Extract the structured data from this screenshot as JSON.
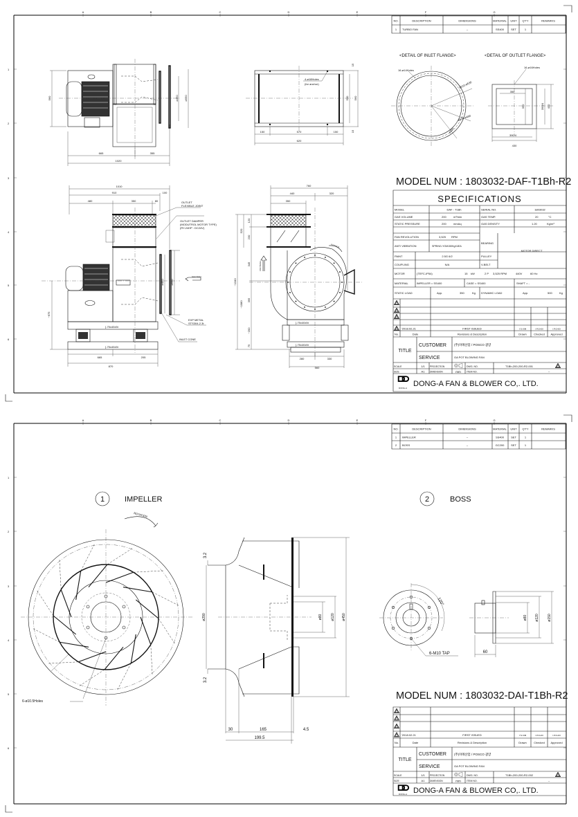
{
  "grid": {
    "cols": [
      "A",
      "B",
      "C",
      "D",
      "E",
      "F",
      "G"
    ],
    "rows": [
      "1",
      "2",
      "3",
      "4",
      "5",
      "6"
    ]
  },
  "sheet1": {
    "bom": {
      "headers": [
        "NO.",
        "DESCRIPTION",
        "DIMENSIONS",
        "MATERIAL",
        "UNIT",
        "Q'TY",
        "REMARKS"
      ],
      "rows": [
        [
          "1",
          "TURBO FAN",
          "–",
          "SS400",
          "SET",
          "1",
          ""
        ]
      ]
    },
    "details": {
      "inlet_title": "<DETAIL OF INLET FLANGE>",
      "outlet_title": "<DETAIL OF OUTLET FLANGE>",
      "inlet_holes": "16-ø14Holes",
      "inlet_dim1": "ø510-ø530",
      "inlet_dim2": "ø520-ø490",
      "inlet_dim3": "ø450",
      "outlet_holes": "16-ø16Holes",
      "outlet_inner_w": "350",
      "outlet_inner_h": "350",
      "outlet_pitch_h": "390/4",
      "outlet_outer_h": "430",
      "outlet_pitch_w": "390/4",
      "outlet_outer_w": "430"
    },
    "top_view": {
      "h": "560",
      "d1": "ø450",
      "d2": "ø550",
      "w1": "665",
      "w2": "355",
      "w_total": "1020"
    },
    "base_plan": {
      "anchor": "4-ø18Holes",
      "anchor_note": "(for anchor)",
      "w1": "150",
      "w2": "570",
      "w3": "150",
      "w_total": "620",
      "h_inner": "530",
      "h_outer": "560",
      "t_top": "15",
      "t_bot": "15"
    },
    "front_view": {
      "w_total": "1010",
      "w_910": "910",
      "w_100": "100",
      "w_480": "480",
      "w_350": "350",
      "w_80": "80",
      "d1": "ø450",
      "d2": "ø550",
      "h_center": "~675",
      "b1": "665",
      "b2": "205",
      "b_total": "870",
      "channel_top": "[-75x40x5t",
      "channel_bot": "[-75x40x5t",
      "inlet_arrow": "SUCTION",
      "note_joint": [
        "OUTLET",
        "FLEXIBLE JOINT"
      ],
      "note_damper": [
        "OUTLET DAMPER",
        "(MODUTROL MOTOR TYPE)",
        "(RY-24HP : DC24V)"
      ],
      "note_exp": [
        "EXP METAL",
        "STS304-2.3t"
      ],
      "note_cone": "INLET CONE"
    },
    "side_view": {
      "w_total": "760",
      "w1": "440",
      "w2": "320",
      "w_350": "350",
      "h_total": "~1340",
      "h_520": "520",
      "h_120": "120",
      "h_230": "230",
      "h_345": "345",
      "h_395": "395",
      "h_1080": "~1080",
      "h_200": "~200",
      "h_75": "75",
      "b1": "280",
      "b2": "330",
      "b_total": "560",
      "channel_top": "[-75x40x5t",
      "channel_bot": "[-75x40x5t",
      "rotation": "ROTATION",
      "discharge": "DISCHARGE"
    },
    "model_num": "MODEL NUM : 1803032-DAF-T1Bh-R2",
    "spec": {
      "title": "SPECIFICATIONS",
      "model_label": "MODEL",
      "model": "DAF - T1Bh",
      "serial_label": "SERIAL NO.",
      "serial": "1803032",
      "gas_volume_label": "GAS VOLUME",
      "gas_volume": "200",
      "gas_volume_unit": "m³/min",
      "gas_temp_label": "GAS TEMP.",
      "gas_temp": "20",
      "gas_temp_unit": "°C",
      "static_pressure_label": "STATIC PRESSURE",
      "static_pressure": "200",
      "static_pressure_unit": "mmAq",
      "gas_density_label": "GAS DENSITY",
      "gas_density": "1.20",
      "gas_density_unit": "Kg/m³",
      "fan_rev_label": "FAN REVOLUTION",
      "fan_rev": "3,525",
      "fan_rev_unit": "RPM",
      "anti_vib_label": "ANTI VIBRATION",
      "anti_vib": "SPRING-YGM150KgX4EA",
      "bearing_label": "BEARING",
      "drive": "MOTOR DIRECT",
      "paint_label": "PAINT",
      "paint": "2.5G 6/2",
      "pulley_label": "PULLEY",
      "coupling_label": "COUPLING",
      "coupling": "N/A",
      "vbelt_label": "V-BELT",
      "motor_label": "MOTOR",
      "motor_type": "(TEFC-IP54)",
      "motor_kw": "15",
      "motor_kw_unit": "kW",
      "motor_pole": "2 P",
      "motor_rpm": "3,525 RPM",
      "motor_volt": "440V",
      "motor_hz": "60 Hz",
      "material_label": "MATERIAL",
      "impeller": "IMPELLER = SS400",
      "case": "CASE = SS400",
      "shaft": "SHAFT = -",
      "static_load_label": "STATIC LOAD",
      "static_app": "App.",
      "static_load": "350",
      "static_unit": "Kg",
      "dynamic_load_label": "DYNAMIC LOAD",
      "dynamic_app": "App.",
      "dynamic_load": "500",
      "dynamic_unit": "Kg"
    },
    "title_block": {
      "rev_date": "'2018.02.21",
      "rev_desc": "FIRST ISSUED",
      "rev_drawn": "Y.S.KIM",
      "rev_checked": "I.P.CHOI",
      "rev_approved": "I.P.CHOI",
      "h_no": "No.",
      "h_date": "Date",
      "h_desc": "Revisions & Description",
      "h_drawn": "Drawn",
      "h_checked": "Checked",
      "h_approved": "Approved",
      "title_label": "TITLE",
      "customer_label": "CUSTOMER",
      "customer": "(주)이에산업 / POSCO 광양",
      "service_label": "SERVICE",
      "service": "GA POT BLOWING FAN",
      "scale_label": "SCALE",
      "scale": "1/1",
      "projection_label": "PROJECTION",
      "dwg_no_label": "DWG. NO.",
      "dwg_no": "T1Bh-200-200-R2-001",
      "size_label": "SIZE",
      "size": "A1",
      "dimension_label": "DIMENSION",
      "dimension": "mm",
      "item_no_label": "ITEM NO.",
      "item_no": "–",
      "company": "DONG-A FAN & BLOWER CO,. LTD.",
      "logo_text": "DONG-A"
    }
  },
  "sheet2": {
    "bom": {
      "headers": [
        "NO.",
        "DESCRIPTION",
        "DIMENSIONS",
        "MATERIAL",
        "UNIT",
        "Q'TY",
        "REMARKS"
      ],
      "rows": [
        [
          "1",
          "IMPELLER",
          "–",
          "SS400",
          "SET",
          "1",
          ""
        ],
        [
          "2",
          "BOSS",
          "–",
          "GC200",
          "SET",
          "1",
          ""
        ]
      ]
    },
    "impeller": {
      "num": "1",
      "title": "IMPELLER",
      "rotation": "ROTATION",
      "holes": "6-ø10.5Holes"
    },
    "section": {
      "t_top": "3.2",
      "t_bot": "3.2",
      "d_inlet": "ø290",
      "d_80": "ø80",
      "d_120": "ø120",
      "d_450": "ø450",
      "w_30": "30",
      "w_165": "165",
      "w_45": "4.5",
      "w_total": "199.5"
    },
    "boss": {
      "num": "2",
      "title": "BOSS",
      "angle": "120°",
      "tap": "6-M10 TAP",
      "d_80": "ø80",
      "d_120": "ø120",
      "d_150": "ø150",
      "len": "60"
    },
    "model_num": "MODEL NUM : 1803032-DAI-T1Bh-R2",
    "title_block": {
      "rev_date": "'2018.02.21",
      "rev_desc": "FIRST ISSUED",
      "rev_drawn": "Y.S.KIM",
      "rev_checked": "I.P.CHOI",
      "rev_approved": "I.P.CHOI",
      "h_no": "No.",
      "h_date": "Date",
      "h_desc": "Revisions & Description",
      "h_drawn": "Drawn",
      "h_checked": "Checked",
      "h_approved": "Approved",
      "title_label": "TITLE",
      "customer_label": "CUSTOMER",
      "customer": "(주)이에산업 / POSCO 광양",
      "service_label": "SERVICE",
      "service": "GA POT BLOWING FAN",
      "scale_label": "SCALE",
      "scale": "1/1",
      "projection_label": "PROJECTION",
      "dwg_no_label": "DWG. NO.",
      "dwg_no": "T1Bh-200-200-R2-002",
      "size_label": "SIZE",
      "size": "A1",
      "dimension_label": "DIMENSION",
      "dimension": "mm",
      "item_no_label": "ITEM NO.",
      "item_no": "–",
      "company": "DONG-A FAN & BLOWER CO,. LTD.",
      "logo_text": "DONG-A"
    }
  }
}
